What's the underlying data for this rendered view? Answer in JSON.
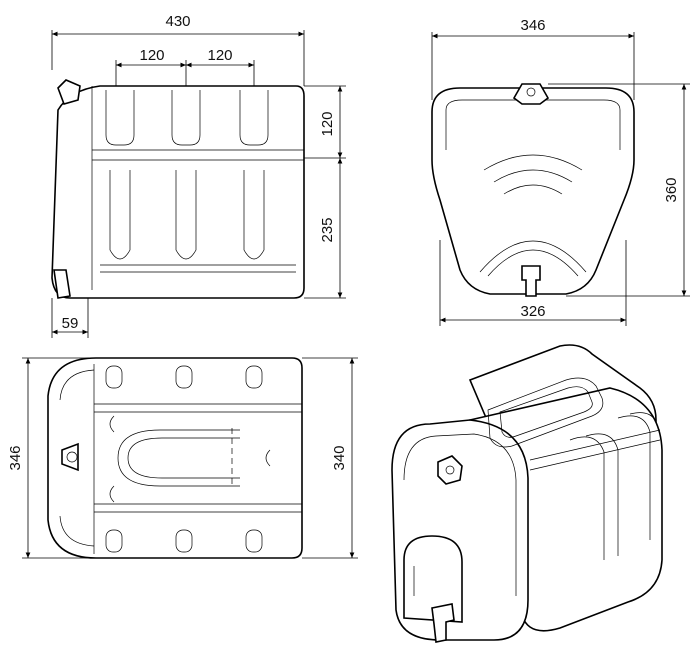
{
  "drawing": {
    "front_view": {
      "dim_width": "430",
      "dim_slot_1": "120",
      "dim_slot_2": "120",
      "dim_top_height": "120",
      "dim_lower_height": "235",
      "dim_tap_offset": "59"
    },
    "side_view": {
      "dim_top_width": "346",
      "dim_height": "360",
      "dim_bottom_width": "326"
    },
    "top_view": {
      "dim_depth_outer": "346",
      "dim_depth_inner": "340"
    }
  }
}
